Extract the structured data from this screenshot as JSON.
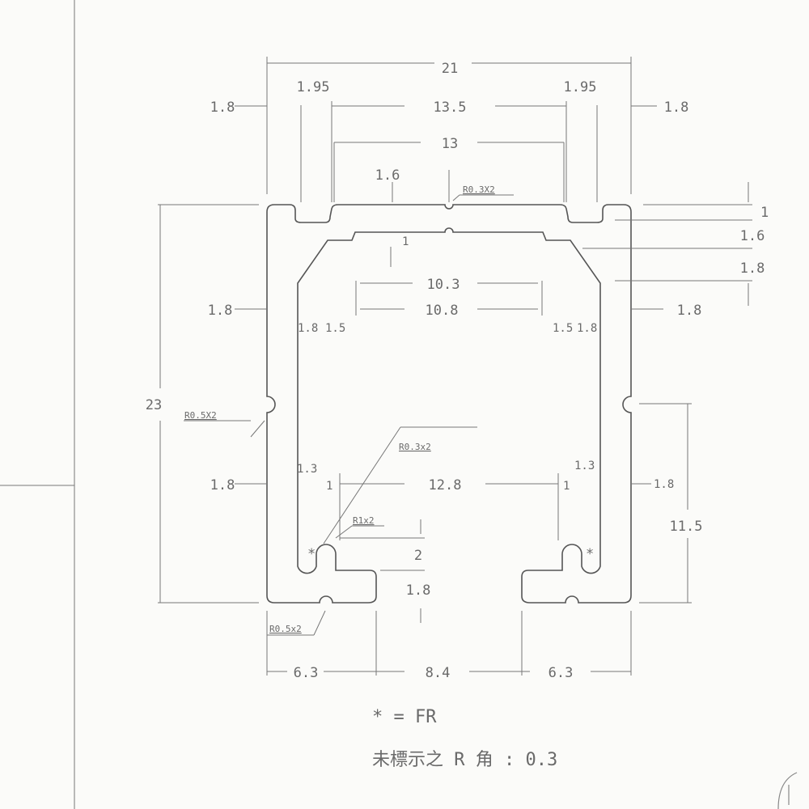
{
  "drawing": {
    "title_dims": {
      "overall_width": "21",
      "top_left_flange": "1.95",
      "top_right_flange": "1.95",
      "top_outer_gap": "13.5",
      "top_inner_gap": "13",
      "top_left_wall": "1.8",
      "top_right_wall": "1.8",
      "top_thickness": "1.6",
      "top_groove_radius": "R0.3X2",
      "right_step_1": "1",
      "right_step_2": "1.6",
      "right_step_3": "1.8",
      "inner_step": "1",
      "inner_gap_upper": "10.3",
      "inner_gap_lower": "10.8",
      "mid_left_wall": "1.8",
      "mid_right_wall": "1.8",
      "mid_left_a": "1.8",
      "mid_left_b": "1.5",
      "mid_right_a": "1.5",
      "mid_right_b": "1.8",
      "overall_height": "23",
      "side_groove_radius": "R0.5X2",
      "lower_tip_radius": "R0.3x2",
      "lower_left_wall": "1.8",
      "lower_left_slot": "1.3",
      "lower_left_tip": "1",
      "lower_gap": "12.8",
      "lower_right_tip": "1",
      "lower_right_slot": "1.3",
      "lower_right_wall": "1.8",
      "tip_radius": "R1x2",
      "tip_height": "2",
      "base_thickness": "1.8",
      "right_height": "11.5",
      "bottom_groove_radius": "R0.5x2",
      "fr_mark": "*",
      "bottom_left": "6.3",
      "bottom_mid": "8.4",
      "bottom_right": "6.3"
    },
    "notes": {
      "legend": "* = FR",
      "unmarked_radius": "未標示之 R 角 : 0.3"
    }
  }
}
